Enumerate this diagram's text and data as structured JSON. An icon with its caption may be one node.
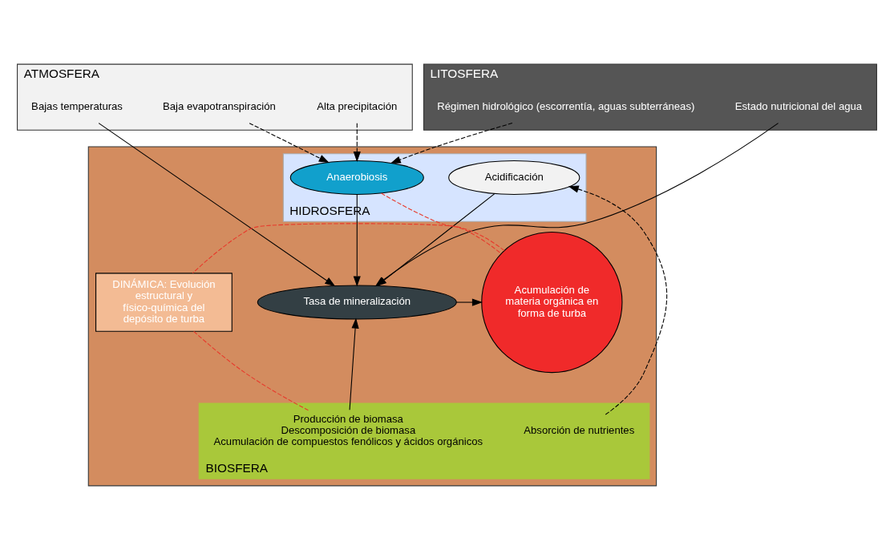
{
  "diagram": {
    "nodes": [
      {
        "text": [
          "ATMOSFERA"
        ]
      },
      {
        "text": [
          "Alta precipitación"
        ],
        "in": 0
      },
      {
        "text": [
          "Baja evapotranspiración"
        ],
        "in": 0
      },
      {
        "text": [
          "Bajas temperaturas"
        ],
        "in": 0
      },
      {
        "text": [
          "LITOSFERA"
        ]
      },
      {
        "text": [
          "Régimen hidrológico (escorrentía, aguas subterráneas)"
        ],
        "in": 4
      },
      {
        "text": [
          "Estado nutricional del agua"
        ],
        "in": 4
      },
      {
        "text": [],
        "shape": "box"
      },
      {
        "text": [
          "HIDROSFERA"
        ],
        "in": 7
      },
      {
        "text": [
          "Anaerobiosis"
        ],
        "in": 8
      },
      {
        "text": [
          "Acidificación"
        ],
        "in": 8
      },
      {
        "text": [
          "Tasa de mineralización"
        ],
        "in": 7
      },
      {
        "text": [
          "Acumulación de materia orgánica en forma de turba"
        ],
        "in": 7
      },
      {
        "text": [
          "BIOSFERA"
        ],
        "in": 7
      },
      {
        "text": [
          "Producción de biomasa",
          "Descomposición de biomasa",
          "Acumulación de compuestos fenólicos y ácidos orgánicos"
        ],
        "in": 13
      },
      {
        "text": [
          "Absorción de nutrientes"
        ],
        "in": 13
      },
      {
        "text": [
          "DINÁMICA: Evolución estructural y físico-química del depósito de turba"
        ],
        "in": 7
      }
    ],
    "edges": [
      {
        "from": 1,
        "to": 9,
        "arrow": "to",
        "style": "dashed"
      },
      {
        "from": 2,
        "to": 9,
        "arrow": "to",
        "style": "dashed"
      },
      {
        "from": 5,
        "to": 9,
        "arrow": "to",
        "style": "dashed"
      },
      {
        "from": 3,
        "to": 11,
        "arrow": "to"
      },
      {
        "from": 6,
        "to": 11,
        "arrow": "to"
      },
      {
        "from": 9,
        "to": 11,
        "arrow": "to"
      },
      {
        "from": 10,
        "to": 11,
        "arrow": "to"
      },
      {
        "from": 14,
        "to": 11,
        "arrow": "to"
      },
      {
        "from": 11,
        "to": 12,
        "arrow": "to"
      },
      {
        "from": 15,
        "to": 10,
        "arrow": "to",
        "style": "dashed"
      },
      {
        "from": 9,
        "to": 12,
        "arrow": "none",
        "style": "dashed",
        "color": "#e8392b"
      },
      {
        "from": 12,
        "to": 16,
        "arrow": "none",
        "style": "dashed",
        "color": "#e8392b"
      },
      {
        "from": 14,
        "to": 16,
        "arrow": "none",
        "style": "dashed",
        "color": "#e8392b"
      }
    ]
  }
}
